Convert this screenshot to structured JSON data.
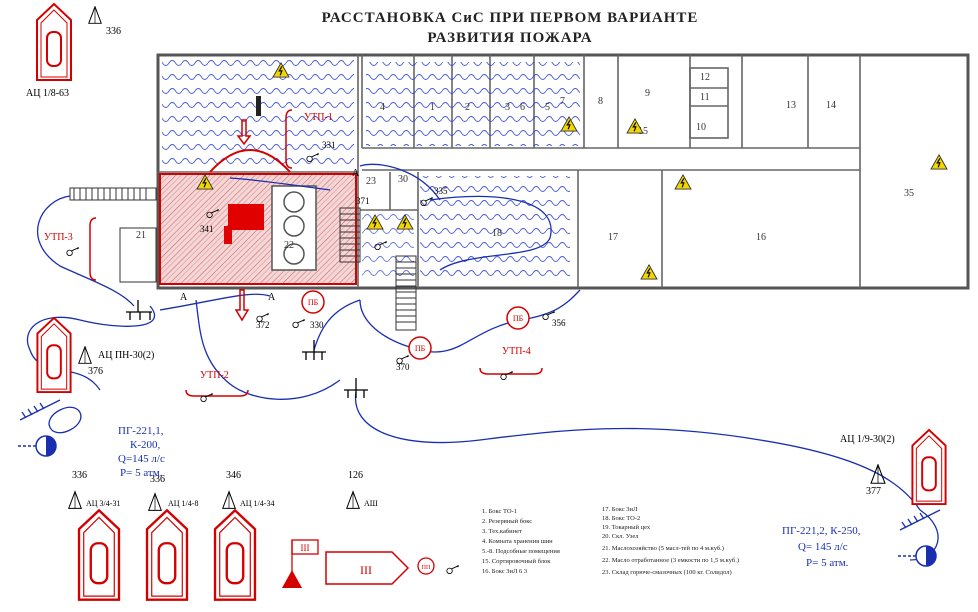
{
  "title": {
    "line1": "РАССТАНОВКА СиС ПРИ ПЕРВОМ ВАРИАНТЕ",
    "line2": "РАЗВИТИЯ ПОЖАРА"
  },
  "rooms": [
    "1",
    "2",
    "3",
    "4",
    "5",
    "6",
    "7",
    "8",
    "9",
    "10",
    "11",
    "12",
    "13",
    "14",
    "15",
    "16",
    "17",
    "18",
    "21",
    "22",
    "23",
    "30",
    "35"
  ],
  "trucks": {
    "top_left": {
      "label": "АЦ 1/8-63",
      "unit": "336"
    },
    "left_mid": {
      "label": "АЦ ПН-30(2)",
      "unit": "376"
    },
    "right_mid": {
      "label": "АЦ 1/9-30(2)",
      "unit": "377"
    },
    "bottom": [
      {
        "label": "АЦ 3/4-31",
        "unit": "336"
      },
      {
        "label": "АЦ 1/4-8",
        "unit": "336"
      },
      {
        "label": "АЦ 1/4-34",
        "unit": "346"
      }
    ],
    "ash": {
      "label": "АШ",
      "unit": "126"
    }
  },
  "utp": [
    "УТП-1",
    "УТП-2",
    "УТП-3",
    "УТП-4"
  ],
  "badges": {
    "pb": "ПБ"
  },
  "hydrants": {
    "left": [
      "ПГ-221,1,",
      "К-200,",
      "Q=145 л/с",
      "Р= 5 атм."
    ],
    "right": [
      "ПГ-221,2, К-250,",
      "Q= 145 л/с",
      "Р= 5 атм."
    ]
  },
  "legend_left": [
    "1. Бокс ТО-1",
    "2. Резервный бокс",
    "3. Тех.кабинет",
    "4. Комната хранения шин",
    "5.-8. Подсобные помещения",
    "15. Сортировочный блок",
    "16. Бокс ЗиЛ 6 3"
  ],
  "legend_right": [
    "17. Бокс ЗиЛ",
    "18. Бокс ТО-2",
    "19. Токарный цех",
    "20. Скл. Узел",
    "21. Маслохозяйство (5 масл-тей по 4 м.куб.)",
    "22. Масло отработанное (3 емкости по 1,5 м.куб.)",
    "23. Склад горюче-смазочных (100 кг. Солидол)"
  ],
  "markers": {
    "n331": "331",
    "n341": "341",
    "n372": "372",
    "n330": "330",
    "n370": "370",
    "n371": "371",
    "n335": "335",
    "n356": "356",
    "flag_small": "III",
    "flag_square": "III",
    "circle_small": "ПП"
  },
  "colors": {
    "wall": "#555555",
    "fire": "#d40000",
    "hose": "#1a2fb0",
    "warning": "#f2d600"
  }
}
